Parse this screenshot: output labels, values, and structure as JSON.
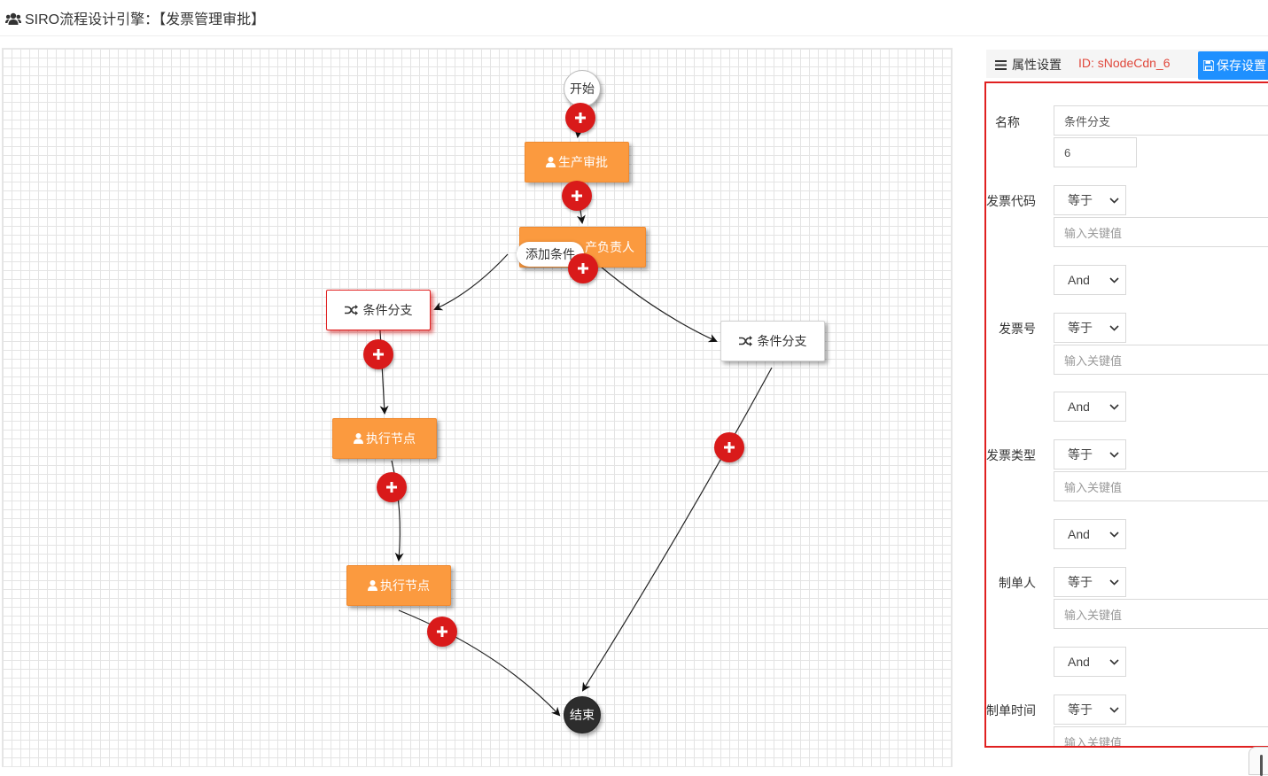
{
  "app": {
    "title": "SIRO流程设计引擎：【发票管理审批】"
  },
  "flow": {
    "start": "开始",
    "end": "结束",
    "task_1": "生产审批",
    "task_2_partial": "产负责人",
    "add_condition": "添加条件",
    "cond_left": "条件分支",
    "cond_right": "条件分支",
    "exec_1": "执行节点",
    "exec_2": "执行节点"
  },
  "panel": {
    "title": "属性设置",
    "node_id": "ID: sNodeCdn_6",
    "save_label": "保存设置",
    "name_label": "名称",
    "name_value": "条件分支",
    "priority_value": "6",
    "keyword_placeholder": "输入关键值",
    "fields": [
      {
        "label": "发票代码",
        "operator": "等于",
        "connector": "And"
      },
      {
        "label": "发票号",
        "operator": "等于",
        "connector": "And"
      },
      {
        "label": "发票类型",
        "operator": "等于",
        "connector": "And"
      },
      {
        "label": "制单人",
        "operator": "等于",
        "connector": "And"
      },
      {
        "label": "制单时间",
        "operator": "等于"
      }
    ]
  },
  "colors": {
    "task": "#fb9a3f",
    "plus": "#d91a1a",
    "highlight": "#e02020",
    "save": "#1e90ff",
    "node_id": "#e0483c"
  },
  "icons": {
    "app": "users-icon",
    "menu": "bars-icon",
    "save": "floppy-icon",
    "user": "user-icon",
    "branch": "shuffle-icon",
    "plus": "plus-icon"
  }
}
